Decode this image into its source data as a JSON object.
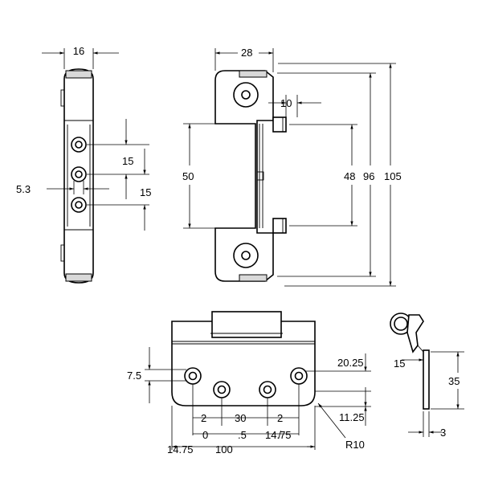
{
  "side_view": {
    "width_label": "16",
    "pitch_1_label": "15",
    "pitch_2_label": "15",
    "offset_label": "5.3"
  },
  "front_view": {
    "width_label": "28",
    "pin_label": "10",
    "inner_label": "50",
    "pin_span_label": "48",
    "mid_height_label": "96",
    "total_height_label": "105"
  },
  "leaf_view": {
    "hole_offset_label": "7.5",
    "edge_label": "20.25",
    "bottom_label": "11.25",
    "gap_left_label": "2",
    "center_label": "30",
    "gap_right_label": "2",
    "zero_label": "0",
    "half_label": ".5",
    "left_margin_label": "14.75",
    "right_margin_label": "14.̸75",
    "total_width_label": "100",
    "radius_label": "R10"
  },
  "profile_view": {
    "angle_label": "15",
    "height_label": "35",
    "thickness_label": "3"
  }
}
